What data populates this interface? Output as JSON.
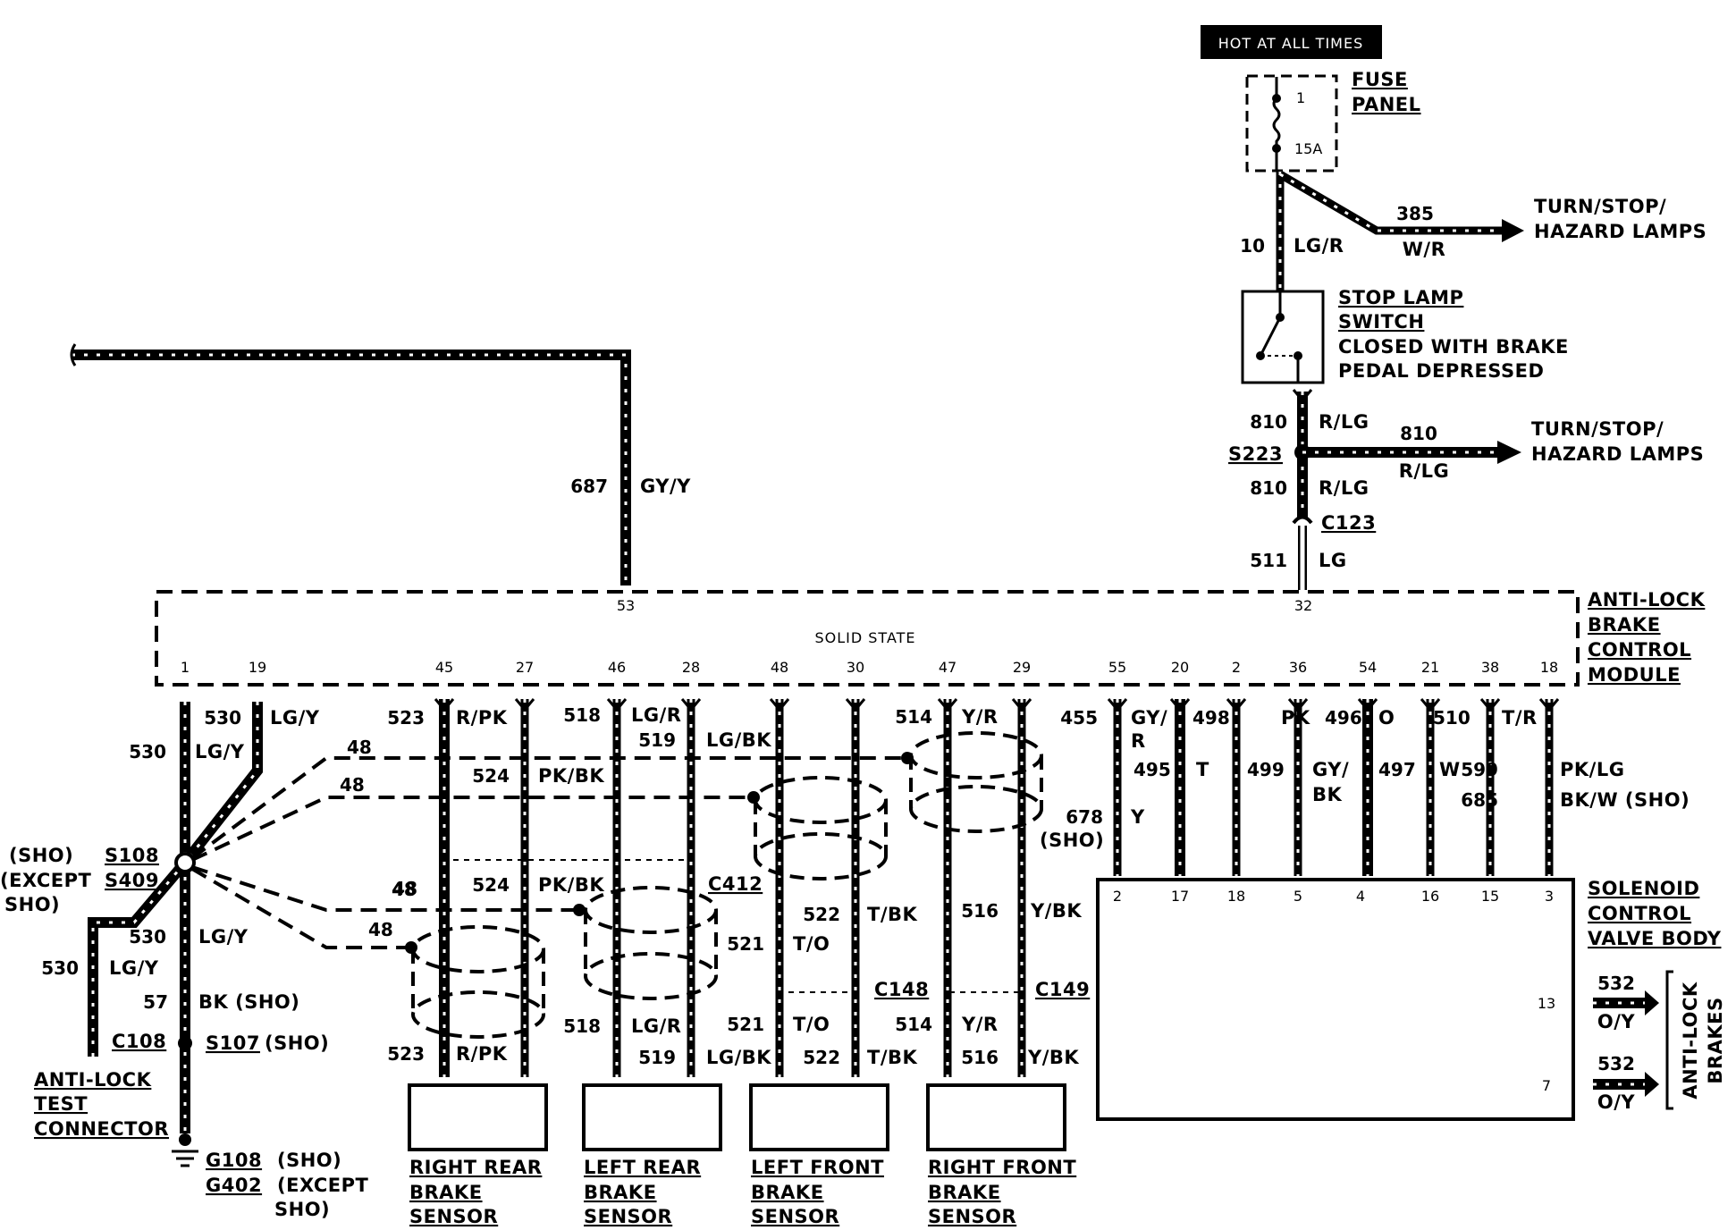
{
  "power": {
    "hot_label": "HOT AT ALL TIMES",
    "fuse_panel": [
      "FUSE",
      "PANEL"
    ],
    "fuse_number": "1",
    "fuse_rating": "15A"
  },
  "wires_top": {
    "w10": "10",
    "w10_color": "LG/R",
    "w385": "385",
    "w385_color": "W/R",
    "turn_stop_1": [
      "TURN/STOP/",
      "HAZARD LAMPS"
    ],
    "stop_lamp": [
      "STOP LAMP",
      "SWITCH",
      "CLOSED WITH BRAKE",
      "PEDAL DEPRESSED"
    ],
    "w810a": "810",
    "w810a_color": "R/LG",
    "s223": "S223",
    "w810b": "810",
    "w810b_color": "R/LG",
    "w810c": "810",
    "w810c_color": "R/LG",
    "turn_stop_2": [
      "TURN/STOP/",
      "HAZARD LAMPS"
    ],
    "c123": "C123",
    "w511": "511",
    "w511_color": "LG",
    "w687": "687",
    "w687_color": "GY/Y"
  },
  "module": {
    "title": [
      "ANTI-LOCK",
      "BRAKE",
      "CONTROL",
      "MODULE"
    ],
    "solid_state": "SOLID STATE",
    "pin_top_53": "53",
    "pin_top_32": "32",
    "pins_bottom": [
      "1",
      "19",
      "45",
      "27",
      "46",
      "28",
      "48",
      "30",
      "47",
      "29",
      "55",
      "20",
      "2",
      "36",
      "54",
      "21",
      "38",
      "18"
    ]
  },
  "left": {
    "w530a": "530",
    "w530a_color": "LG/Y",
    "w530b": "530",
    "w530b_color": "LG/Y",
    "sho_s108": "(SHO)",
    "s108": "S108",
    "except_s409": "(EXCEPT",
    "s409": "S409",
    "sho_close": "SHO)",
    "w530c": "530",
    "w530c_color": "LG/Y",
    "w530d": "530",
    "w530d_color": "LG/Y",
    "w57": "57",
    "w57_color": "BK (SHO)",
    "c108": "C108",
    "s107": "S107",
    "s107_note": "(SHO)",
    "test_connector": [
      "ANTI-LOCK",
      "TEST",
      "CONNECTOR"
    ],
    "g108": "G108",
    "g108_note": "(SHO)",
    "g402": "G402",
    "g402_note": "(EXCEPT",
    "g402_note2": "SHO)",
    "w48a": "48",
    "w48b": "48",
    "w48c": "48",
    "w48d": "48"
  },
  "sensors": {
    "w523a": "523",
    "w523a_color": "R/PK",
    "w524a": "524",
    "w524a_color": "PK/BK",
    "w524b": "524",
    "w524b_color": "PK/BK",
    "w523b": "523",
    "w523b_color": "R/PK",
    "w518a": "518",
    "w518a_color": "LG/R",
    "w519a": "519",
    "w519a_color": "LG/BK",
    "c412": "C412",
    "w518b": "518",
    "w518b_color": "LG/R",
    "w519b": "519",
    "w519b_color": "LG/BK",
    "w522a": "522",
    "w522a_color": "T/BK",
    "w521a": "521",
    "w521a_color": "T/O",
    "c148": "C148",
    "w521b": "521",
    "w521b_color": "T/O",
    "w522b": "522",
    "w522b_color": "T/BK",
    "w514a": "514",
    "w514a_color": "Y/R",
    "w516a": "516",
    "w516a_color": "Y/BK",
    "c149": "C149",
    "w514b": "514",
    "w514b_color": "Y/R",
    "w516b": "516",
    "w516b_color": "Y/BK",
    "right_rear": [
      "RIGHT REAR",
      "BRAKE",
      "SENSOR"
    ],
    "left_rear": [
      "LEFT REAR",
      "BRAKE",
      "SENSOR"
    ],
    "left_front": [
      "LEFT FRONT",
      "BRAKE",
      "SENSOR"
    ],
    "right_front": [
      "RIGHT FRONT",
      "BRAKE",
      "SENSOR"
    ]
  },
  "valve": {
    "w455": "455",
    "w455_color": "GY/",
    "w455_color2": "R",
    "w495": "495",
    "w678": "678",
    "w678_color": "Y",
    "w678_note": "(SHO)",
    "w498": "498",
    "w498_color": "T",
    "w499": "499",
    "w496": "496",
    "w496_color": "PK",
    "w497": "497",
    "w497_color": "GY/",
    "w497_color2": "BK",
    "w_o": "O",
    "w510": "510",
    "w510_color": "W",
    "w599": "599",
    "w599_color": "T/R",
    "w685": "685",
    "w685_color": "PK/LG",
    "w685_color2": "BK/W (SHO)",
    "pins_top": [
      "2",
      "17",
      "18",
      "5",
      "4",
      "16",
      "15",
      "3"
    ],
    "pin_13": "13",
    "pin_7": "7",
    "title": [
      "SOLENOID",
      "CONTROL",
      "VALVE BODY"
    ],
    "w532a": "532",
    "w532a_color": "O/Y",
    "w532b": "532",
    "w532b_color": "O/Y",
    "anti_lock_brakes": [
      "ANTI-LOCK",
      "BRAKES"
    ]
  }
}
